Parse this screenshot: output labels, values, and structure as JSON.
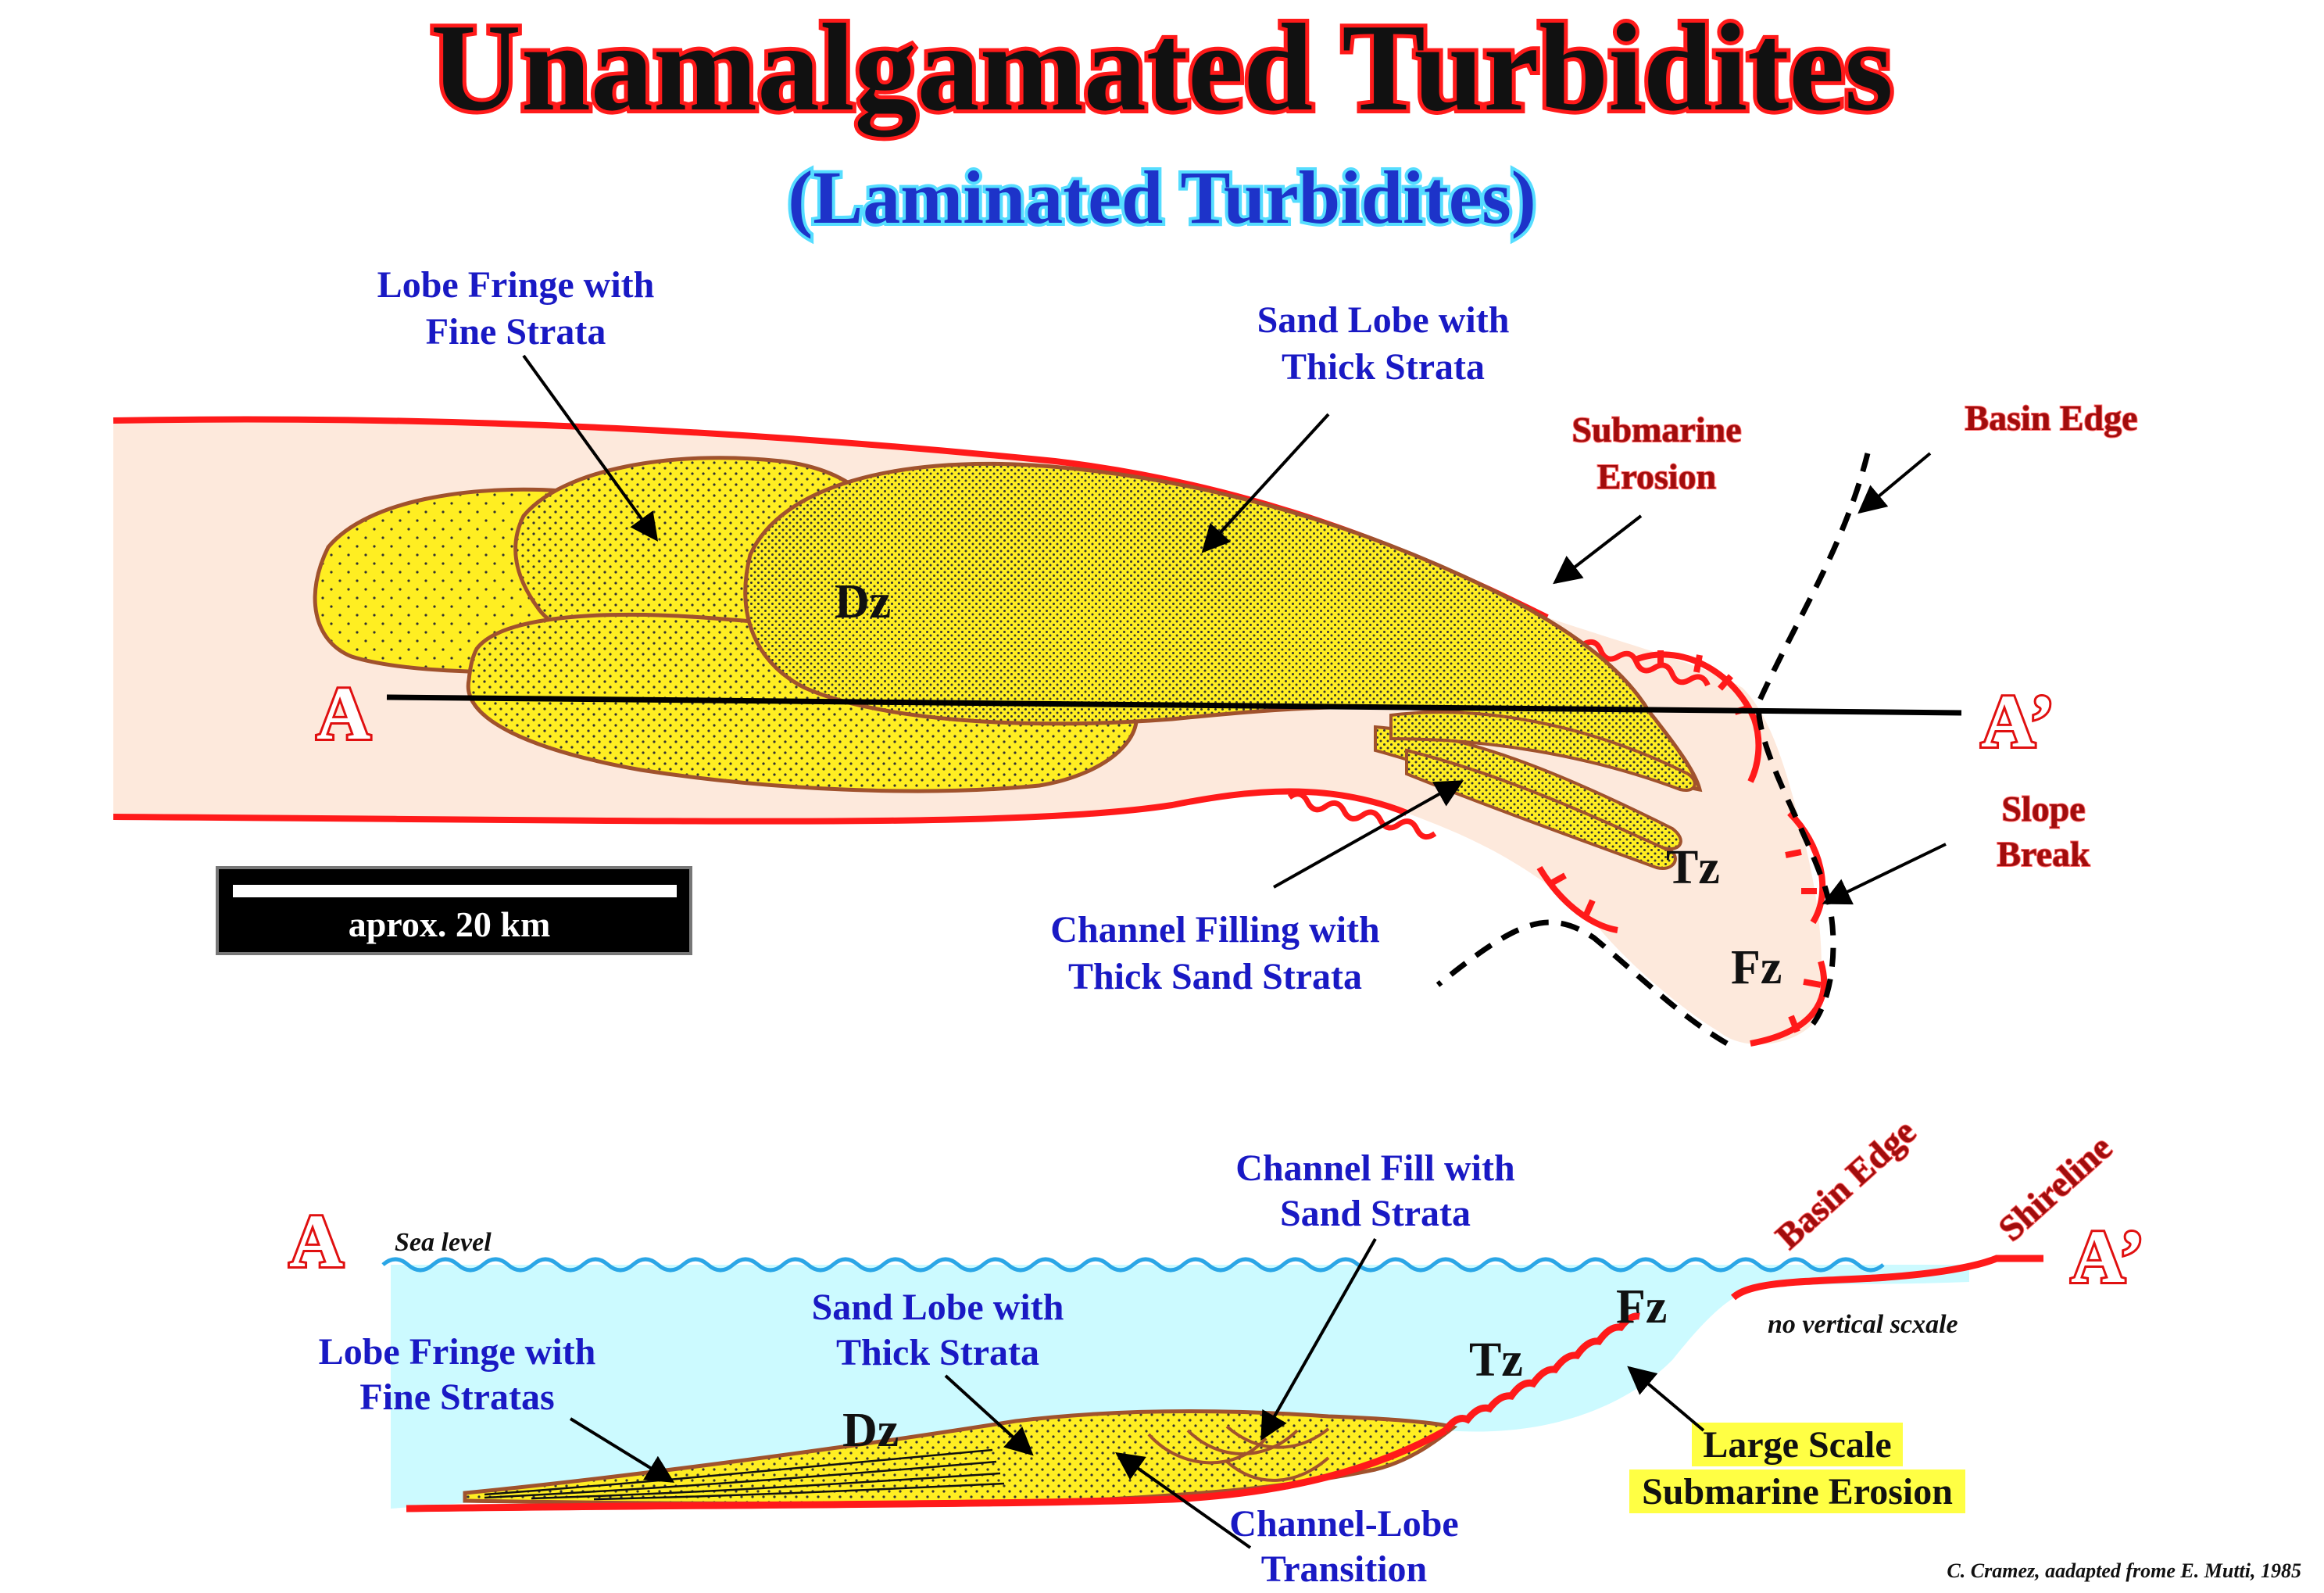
{
  "title": "Unamalgamated Turbidites",
  "subtitle": "(Laminated Turbidites)",
  "colors": {
    "title_outline": "#ff1a1a",
    "label_blue": "#1919c4",
    "label_red": "#a10d0d",
    "sand_yellow": "#ffee22",
    "basin_fill": "#fde9dc",
    "water": "#ccfaff",
    "erosion_red": "#ff1a1a",
    "outline_brown": "#a0522d",
    "highlight": "#ffff44"
  },
  "plan_view": {
    "labels": {
      "lobe_fringe": [
        "Lobe Fringe with",
        "Fine Strata"
      ],
      "sand_lobe": [
        "Sand Lobe with",
        "Thick Strata"
      ],
      "submarine_erosion": [
        "Submarine",
        "Erosion"
      ],
      "basin_edge": "Basin Edge",
      "slope_break": [
        "Slope",
        "Break"
      ],
      "channel_filling": [
        "Channel Filling with",
        "Thick Sand Strata"
      ]
    },
    "zones": {
      "dz": "Dz",
      "tz": "Tz",
      "fz": "Fz"
    },
    "endpoints": {
      "start": "A",
      "end": "A’"
    },
    "scale_bar": "aprox. 20 km"
  },
  "section_view": {
    "labels": {
      "sea_level": "Sea level",
      "channel_fill": [
        "Channel Fill with",
        "Sand Strata"
      ],
      "sand_lobe": [
        "Sand Lobe with",
        "Thick Strata"
      ],
      "lobe_fringe": [
        "Lobe Fringe with",
        "Fine Stratas"
      ],
      "channel_lobe_transition": [
        "Channel-Lobe",
        "Transition"
      ],
      "large_scale_erosion": [
        "Large Scale",
        "Submarine Erosion"
      ],
      "basin_edge": "Basin Edge",
      "shoreline": "Shireline",
      "no_vertical_scale": "no vertical scxale"
    },
    "zones": {
      "dz": "Dz",
      "tz": "Tz",
      "fz": "Fz"
    },
    "endpoints": {
      "start": "A",
      "end": "A’"
    }
  },
  "credit": "C. Cramez, aadapted frome E. Mutti, 1985"
}
